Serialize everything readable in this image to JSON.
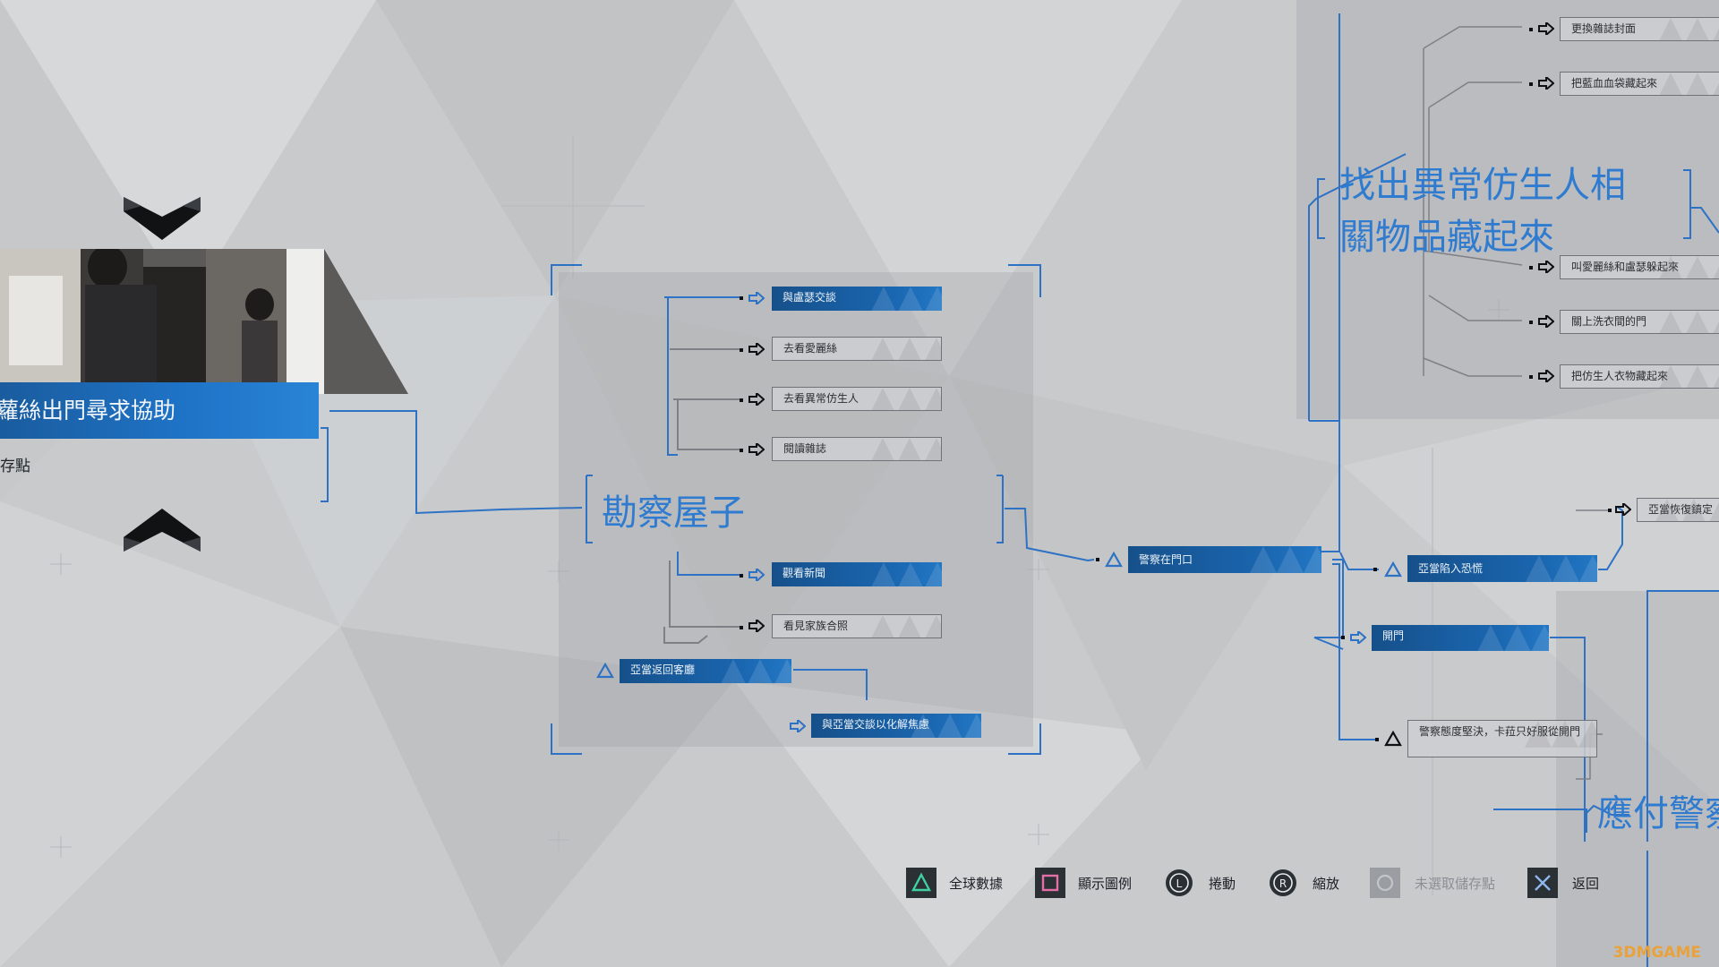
{
  "chapter": {
    "title": "蘿絲出門尋求協助",
    "subtitle": "存點"
  },
  "center": {
    "section_title": "勘察屋子",
    "top_nodes": [
      "與盧瑟交談",
      "去看愛麗絲",
      "去看異常仿生人",
      "閱讀雜誌"
    ],
    "bottom_nodes": [
      "觀看新聞",
      "看見家族合照"
    ],
    "adam_back": "亞當返回客廳",
    "talk_adam": "與亞當交談以化解焦慮"
  },
  "right": {
    "section_title": "找出異常仿生人相關物品藏起來",
    "title_line1": "找出異常仿生人相",
    "title_line2": "關物品藏起來",
    "top_nodes": [
      "更換雜誌封面",
      "把藍血血袋藏起來"
    ],
    "lower_nodes": [
      "叫愛麗絲和盧瑟躲起來",
      "關上洗衣間的門",
      "把仿生人衣物藏起來"
    ],
    "police_door": "警察在門口",
    "adam_panic": "亞當陷入恐慌",
    "adam_recover": "亞當恢復鎮定",
    "open_door": "開門",
    "police_firm": "警察態度堅決，卡菈只好服從開門",
    "deal_police": "應付警察"
  },
  "controls": [
    {
      "icon": "triangle-button-icon",
      "label": "全球數據",
      "enabled": true
    },
    {
      "icon": "square-button-icon",
      "label": "顯示圖例",
      "enabled": true
    },
    {
      "icon": "left-stick-icon",
      "label": "捲動",
      "enabled": true
    },
    {
      "icon": "right-stick-icon",
      "label": "縮放",
      "enabled": true
    },
    {
      "icon": "circle-button-icon",
      "label": "未選取儲存點",
      "enabled": false
    },
    {
      "icon": "cross-button-icon",
      "label": "返回",
      "enabled": true
    }
  ],
  "watermark": "3DMGAME",
  "colors": {
    "accent": "#1f74c8",
    "accent_text": "#2e7bd0",
    "background": "#c9cbcd",
    "node_grey": "#cecfd2"
  }
}
